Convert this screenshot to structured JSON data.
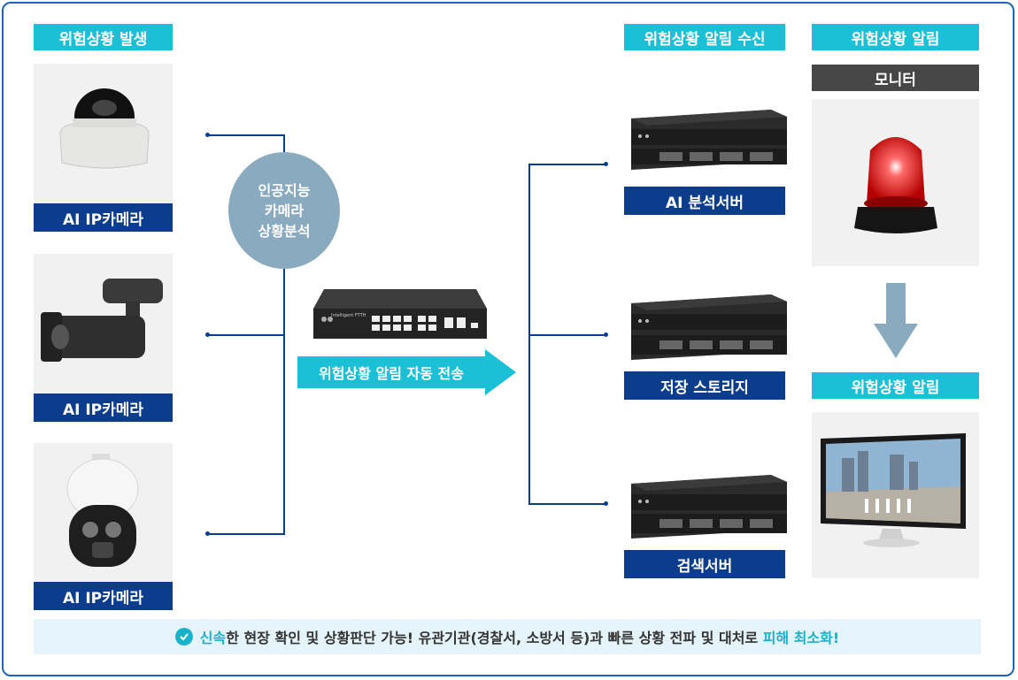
{
  "left": {
    "header": "위험상황 발생",
    "cameras": [
      {
        "label": "AI IP카메라"
      },
      {
        "label": "AI IP카메라"
      },
      {
        "label": "AI IP카메라"
      }
    ]
  },
  "center": {
    "analysis_lines": [
      "인공지능",
      "카메라",
      "상황분석"
    ],
    "switch_brand": "Intelligent FTTH",
    "transmit_label": "위험상황 알림 자동 전송"
  },
  "receive": {
    "header": "위험상황 알림 수신",
    "servers": [
      {
        "label": "AI 분석서버"
      },
      {
        "label": "저장 스토리지"
      },
      {
        "label": "검색서버"
      }
    ]
  },
  "notify": {
    "header": "위험상황 알림",
    "monitor_label": "모니터",
    "alert_label": "위험상황 알림"
  },
  "footer": {
    "highlight1": "신속",
    "text": "한 현장 확인 및 상황판단 가능! 유관기관(경찰서, 소방서 등)과 빠른 상황 전파 및 대처로 ",
    "highlight2": "피해 최소화!"
  },
  "colors": {
    "cyan": "#1bbfd6",
    "navy": "#0c3d8c",
    "circle": "#8aaabf",
    "frame": "#1f63b8"
  }
}
